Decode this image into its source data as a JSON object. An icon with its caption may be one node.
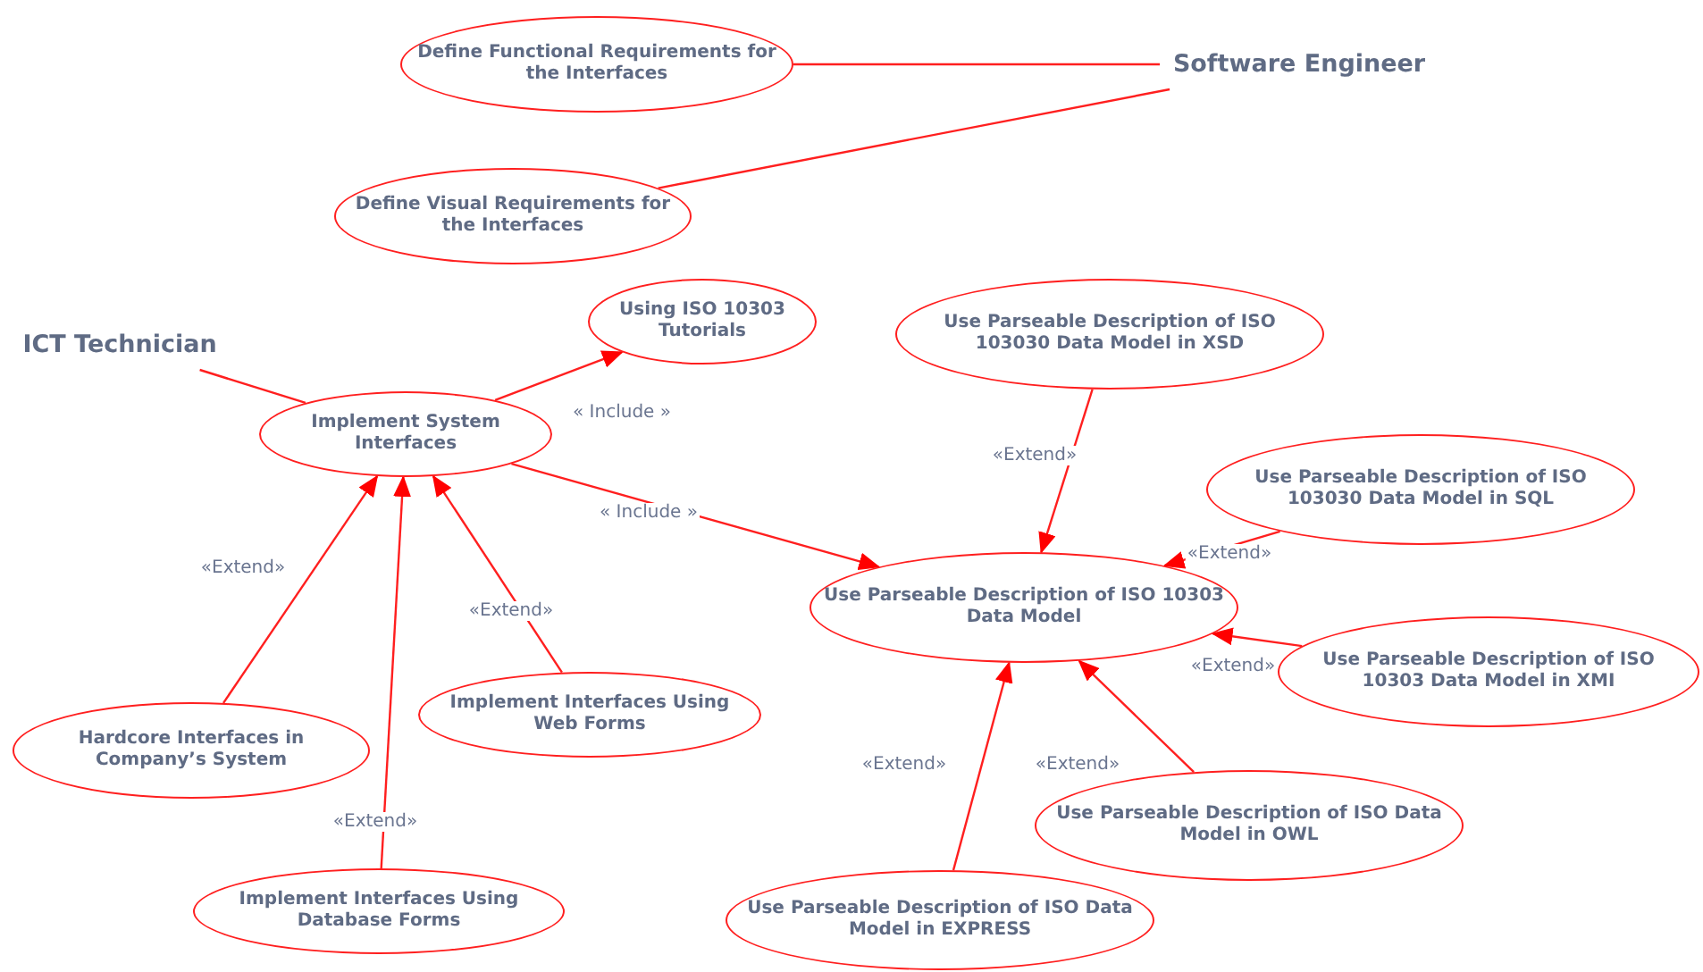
{
  "diagram": {
    "nodes": [
      {
        "text": [
          "Define Functional Requirements for the Interfaces"
        ]
      },
      {
        "text": [
          "Software Engineer"
        ]
      },
      {
        "text": [
          "Define Visual Requirements for the Interfaces"
        ]
      },
      {
        "text": [
          "ICT Technician"
        ]
      },
      {
        "text": [
          "Using ISO 10303 Tutorials"
        ]
      },
      {
        "text": [
          "Implement System Interfaces"
        ]
      },
      {
        "text": [
          "Use Parseable Description of ISO 103030 Data Model in XSD"
        ]
      },
      {
        "text": [
          "Use Parseable Description of ISO 103030 Data Model in SQL"
        ]
      },
      {
        "text": [
          "Use Parseable Description of ISO 10303 Data Model"
        ]
      },
      {
        "text": [
          "Use Parseable Description of ISO 10303 Data Model in XMI"
        ]
      },
      {
        "text": [
          "Hardcore Interfaces in Company’s System"
        ]
      },
      {
        "text": [
          "Implement Interfaces Using Web Forms"
        ]
      },
      {
        "text": [
          "Use Parseable Description of ISO Data Model in OWL"
        ]
      },
      {
        "text": [
          "Implement Interfaces Using Database Forms"
        ]
      },
      {
        "text": [
          "Use Parseable Description of ISO Data Model in EXPRESS"
        ]
      }
    ],
    "edges": [
      {
        "from": 0,
        "to": 1,
        "arrow": "none"
      },
      {
        "from": 2,
        "to": 1,
        "arrow": "none"
      },
      {
        "from": 3,
        "to": 5,
        "arrow": "none"
      },
      {
        "from": 5,
        "to": 4,
        "arrow": "to",
        "label": "« Include »"
      },
      {
        "from": 5,
        "to": 8,
        "arrow": "to",
        "label": "« Include »"
      },
      {
        "from": 10,
        "to": 5,
        "arrow": "to",
        "label": "«Extend»"
      },
      {
        "from": 13,
        "to": 5,
        "arrow": "to",
        "label": "«Extend»"
      },
      {
        "from": 11,
        "to": 5,
        "arrow": "to",
        "label": "«Extend»"
      },
      {
        "from": 6,
        "to": 8,
        "arrow": "to",
        "label": "«Extend»"
      },
      {
        "from": 7,
        "to": 8,
        "arrow": "to",
        "label": "«Extend»"
      },
      {
        "from": 9,
        "to": 8,
        "arrow": "to",
        "label": "«Extend»"
      },
      {
        "from": 12,
        "to": 8,
        "arrow": "to",
        "label": "«Extend»"
      },
      {
        "from": 14,
        "to": 8,
        "arrow": "to",
        "label": "«Extend»"
      }
    ]
  }
}
